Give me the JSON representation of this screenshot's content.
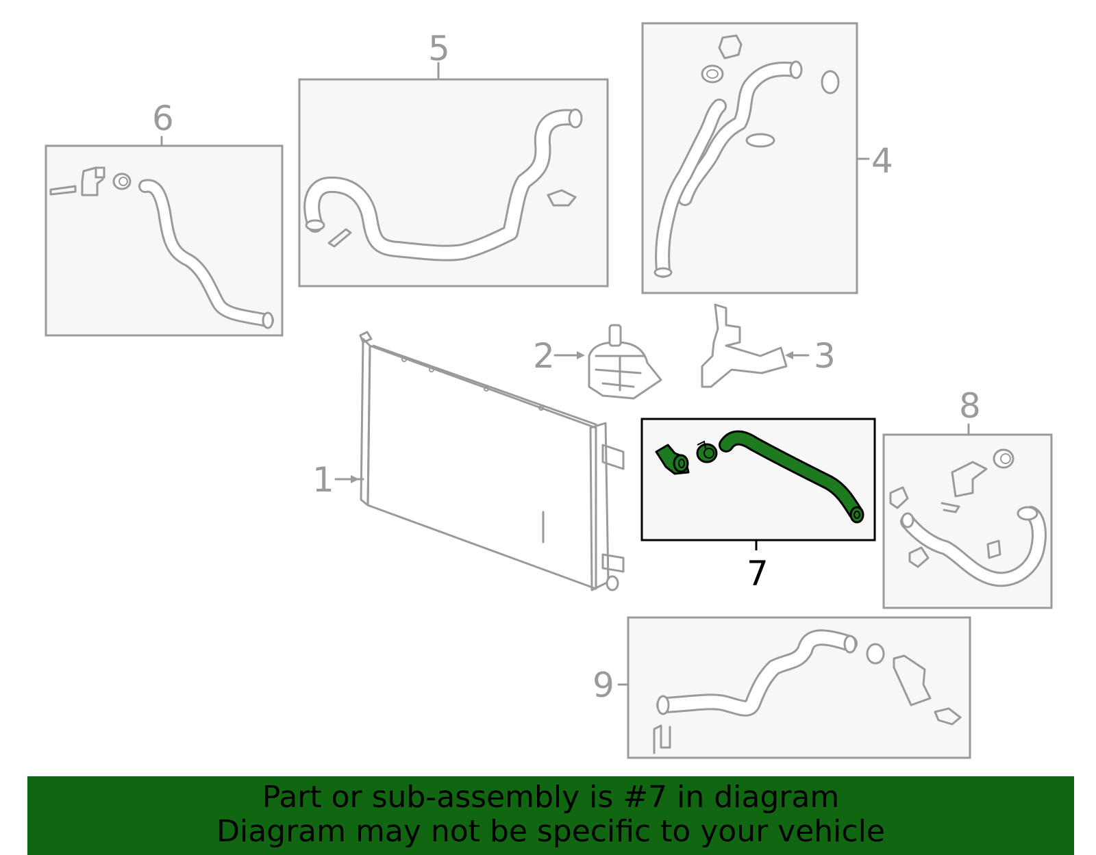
{
  "diagram": {
    "callouts": [
      "1",
      "2",
      "3",
      "4",
      "5",
      "6",
      "7",
      "8",
      "9"
    ],
    "highlighted_part": "7",
    "colors": {
      "outline": "#9a9a9a",
      "box_fill": "#f7f7f7",
      "highlight_fill": "#1e7a1e",
      "highlight_outline": "#000000",
      "banner": "#116611"
    }
  },
  "banner": {
    "line1": "Part or sub-assembly is #7 in diagram",
    "line2": "Diagram may not be specific to your vehicle"
  }
}
